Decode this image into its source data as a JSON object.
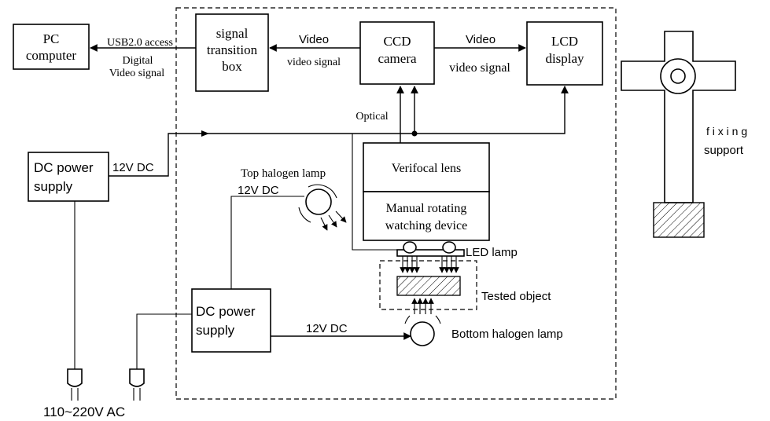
{
  "boxes": {
    "pc": [
      "PC",
      "computer"
    ],
    "signal_box": [
      "signal",
      "transition",
      "box"
    ],
    "ccd": [
      "CCD",
      "camera"
    ],
    "lcd": [
      "LCD",
      "display"
    ],
    "dc_top": [
      "DC power",
      "supply"
    ],
    "dc_bottom": [
      "DC power",
      "supply"
    ],
    "lens": "Verifocal lens",
    "rotating": [
      "Manual rotating",
      "watching device"
    ]
  },
  "labels": {
    "usb": "USB2.0 access",
    "digital": [
      "Digital",
      "Video signal"
    ],
    "video_left": "Video",
    "video_signal_left": "video signal",
    "video_right": "Video",
    "video_signal_right": "video signal",
    "optical": "Optical",
    "dc12_top": "12V  DC",
    "top_halogen": "Top halogen lamp",
    "dc12_mid": "12V  DC",
    "led_lamp": "LED lamp",
    "tested_object": "Tested object",
    "dc12_bottom": "12V  DC",
    "bottom_halogen": "Bottom halogen lamp",
    "fixing": [
      "f i x i n g",
      "support"
    ],
    "ac": "110~220V AC"
  }
}
